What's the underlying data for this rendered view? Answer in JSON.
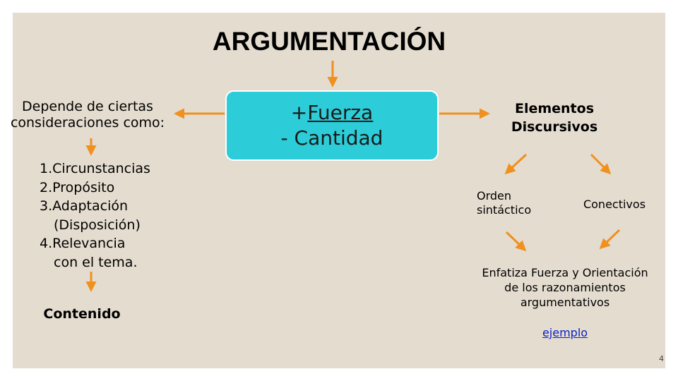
{
  "title": "ARGUMENTACIÓN",
  "left": {
    "intro_line1": "Depende de ciertas",
    "intro_line2": "consideraciones como:",
    "list": [
      "1.Circunstancias",
      "2.Propósito",
      "3.Adaptación",
      "(Disposición)",
      "4.Relevancia",
      "con el tema."
    ],
    "result": "Contenido"
  },
  "center": {
    "line1_prefix": "+",
    "line1_word": "Fuerza",
    "line2": "- Cantidad"
  },
  "right": {
    "elementos_line1": "Elementos",
    "elementos_line2": "Discursivos",
    "orden_line1": "Orden",
    "orden_line2": "sintáctico",
    "conectivos": "Conectivos",
    "enfatiza_line1": "Enfatiza Fuerza y Orientación",
    "enfatiza_line2": "de los razonamientos",
    "enfatiza_line3": "argumentativos",
    "ejemplo_link": "ejemplo"
  },
  "page_number": "4",
  "colors": {
    "background": "#e4dccf",
    "box": "#2ccdd8",
    "arrow": "#f0901e",
    "link": "#0b22c9"
  }
}
